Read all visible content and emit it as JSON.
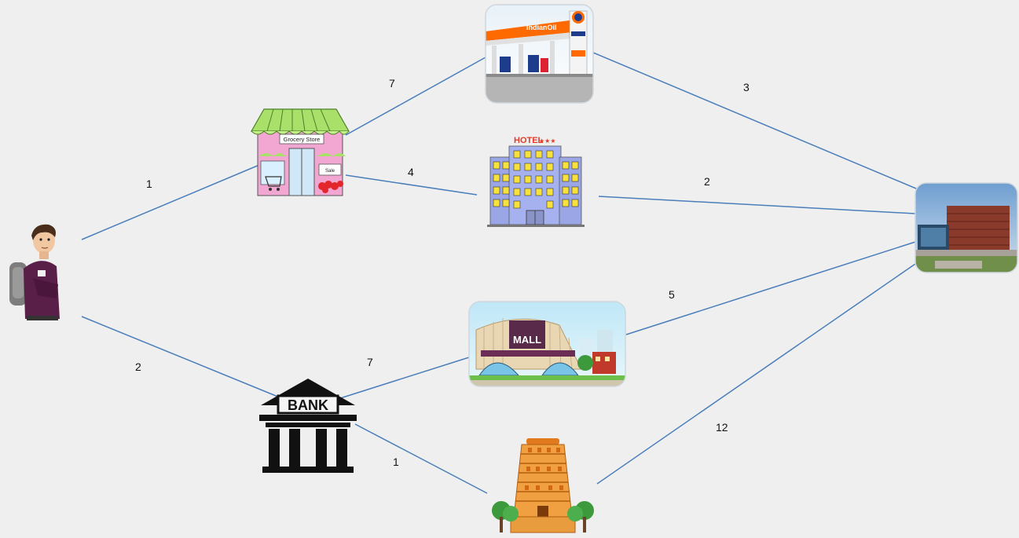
{
  "nodes": [
    {
      "id": "person",
      "label": "",
      "icon": "person-icon"
    },
    {
      "id": "grocery",
      "label": "Grocery Store",
      "icon": "grocery-store-icon",
      "sign_small": "Sale"
    },
    {
      "id": "bank",
      "label": "BANK",
      "icon": "bank-icon"
    },
    {
      "id": "petrol",
      "label": "IndianOil",
      "icon": "petrol-station-icon"
    },
    {
      "id": "hotel",
      "label": "HOTEL",
      "icon": "hotel-icon"
    },
    {
      "id": "mall",
      "label": "MALL",
      "icon": "mall-icon"
    },
    {
      "id": "temple",
      "label": "",
      "icon": "temple-icon"
    },
    {
      "id": "destination",
      "label": "",
      "icon": "office-building-icon"
    }
  ],
  "edges": [
    {
      "from": "person",
      "to": "grocery",
      "weight": "1"
    },
    {
      "from": "person",
      "to": "bank",
      "weight": "2"
    },
    {
      "from": "grocery",
      "to": "petrol",
      "weight": "7"
    },
    {
      "from": "grocery",
      "to": "hotel",
      "weight": "4"
    },
    {
      "from": "bank",
      "to": "mall",
      "weight": "7"
    },
    {
      "from": "bank",
      "to": "temple",
      "weight": "1"
    },
    {
      "from": "petrol",
      "to": "destination",
      "weight": "3"
    },
    {
      "from": "hotel",
      "to": "destination",
      "weight": "2"
    },
    {
      "from": "mall",
      "to": "destination",
      "weight": "5"
    },
    {
      "from": "temple",
      "to": "destination",
      "weight": "12"
    }
  ],
  "colors": {
    "edge": "#4a7ebb",
    "background": "#efefef"
  }
}
